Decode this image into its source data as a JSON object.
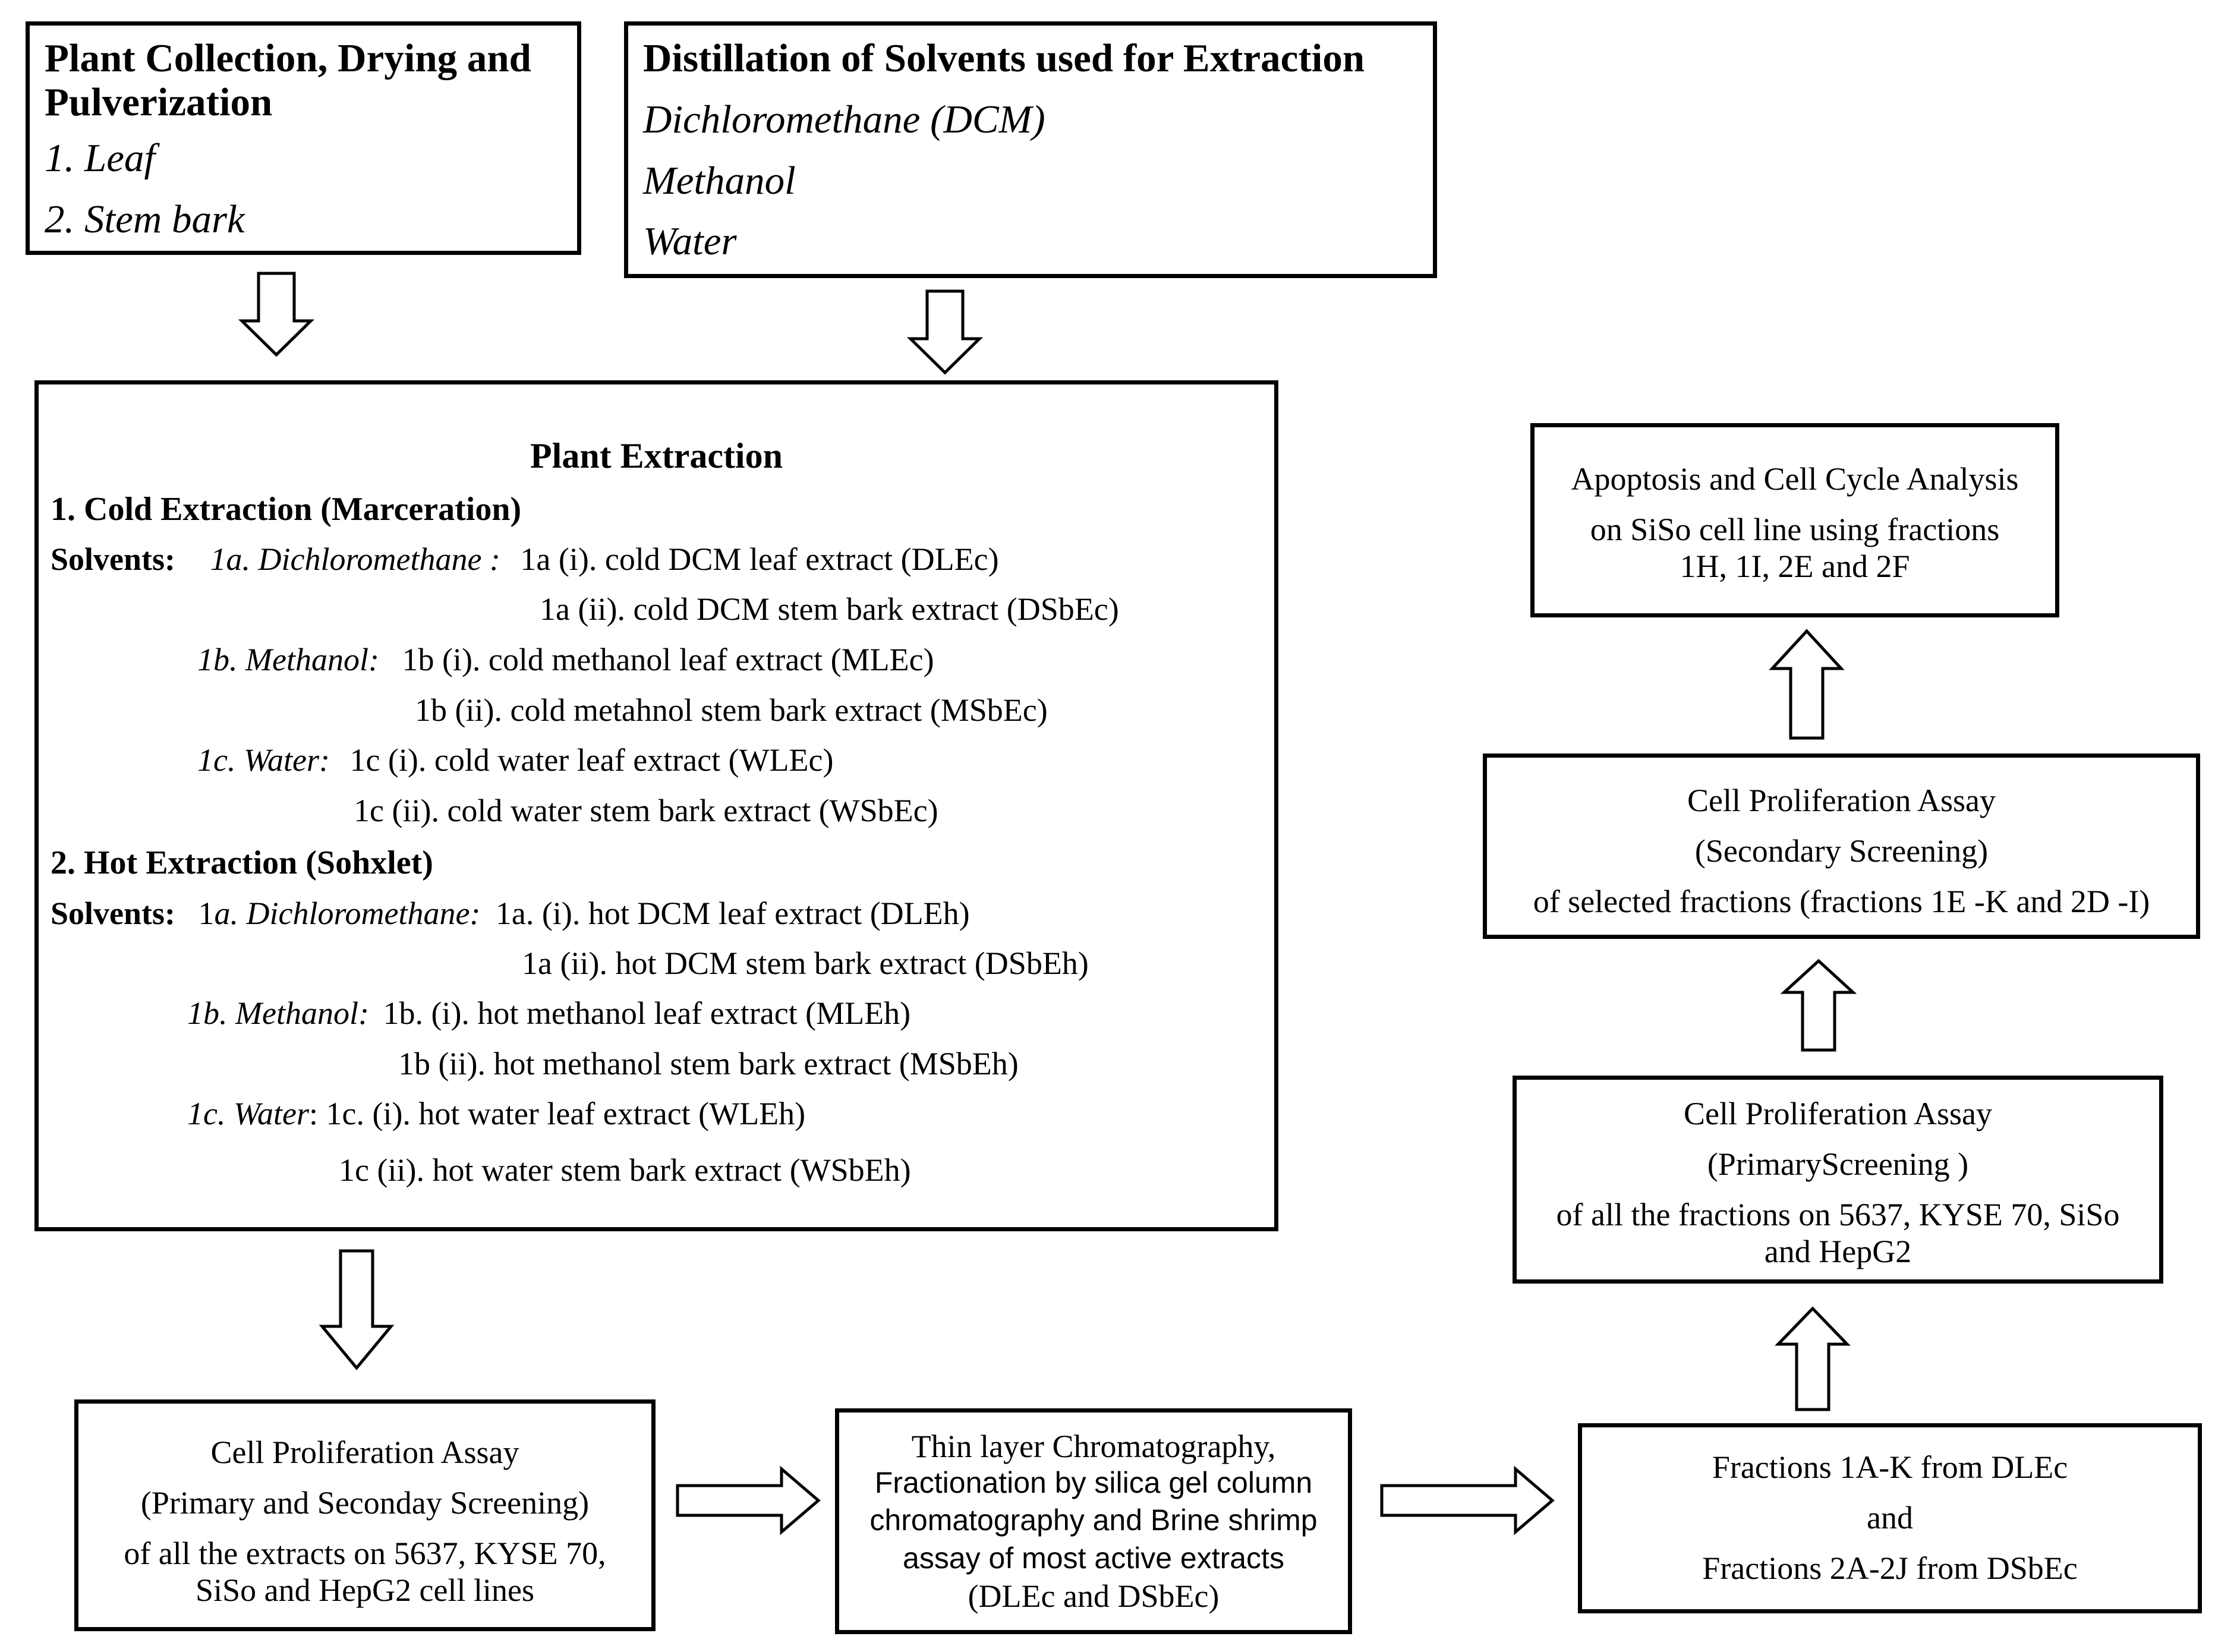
{
  "box1": {
    "title_line1": "Plant Collection, Drying and",
    "title_line2": "Pulverization",
    "item1": "1. Leaf",
    "item2": "2. Stem bark"
  },
  "box2": {
    "title": "Distillation of Solvents used for Extraction",
    "item1": "Dichloromethane (DCM)",
    "item2": "Methanol",
    "item3": "Water"
  },
  "extraction": {
    "title": "Plant Extraction",
    "cold": {
      "heading": "1. Cold Extraction",
      "heading_paren": "(Marceration)",
      "solvents_label": "Solvents:",
      "a_label": "1a. Dichloromethane :",
      "a_i": "1a (i). cold DCM leaf extract (DLEc)",
      "a_ii": "1a (ii). cold DCM stem bark extract (DSbEc)",
      "b_label": "1b. Methanol:",
      "b_i": "1b (i). cold methanol leaf extract (MLEc)",
      "b_ii": "1b (ii). cold metahnol stem bark extract (MSbEc)",
      "c_label": "1c. Water:",
      "c_i": "1c (i). cold water leaf extract (WLEc)",
      "c_ii": "1c (ii). cold water stem bark extract (WSbEc)"
    },
    "hot": {
      "heading": "2. Hot Extraction (Sohxlet)",
      "solvents_label": "Solvents:",
      "a_prefix": "1",
      "a_label": "a. Dichloromethane:",
      "a_i": "1a. (i). hot DCM leaf extract (DLEh)",
      "a_ii": "1a (ii). hot DCM stem bark extract (DSbEh)",
      "b_label": "1b. Methanol:",
      "b_i": "1b. (i). hot methanol leaf extract (MLEh)",
      "b_ii": "1b (ii). hot methanol stem bark extract (MSbEh)",
      "c_label": "1c. Water",
      "c_colon": ":",
      "c_i": "1c. (i). hot water leaf extract (WLEh)",
      "c_ii": "1c (ii). hot water stem bark extract (WSbEh)"
    }
  },
  "assay_extracts": {
    "line1": "Cell Proliferation Assay",
    "line2": "(Primary and Seconday Screening)",
    "line3": "of all the extracts on 5637, KYSE 70,",
    "line4": "SiSo and HepG2 cell lines"
  },
  "tlc": {
    "line1": "Thin layer Chromatography,",
    "line2": "Fractionation by silica gel column",
    "line3": "chromatography and Brine shrimp",
    "line4": "assay of most active extracts",
    "line5": "(DLEc and DSbEc)"
  },
  "fractions": {
    "line1": "Fractions 1A-K from DLEc",
    "line2": "and",
    "line3": "Fractions 2A-2J from DSbEc"
  },
  "primary_fractions": {
    "line1": "Cell Proliferation Assay",
    "line2": "(PrimaryScreening )",
    "line3": "of all the fractions on 5637, KYSE 70, SiSo",
    "line4": "and HepG2"
  },
  "secondary_fractions": {
    "line1": "Cell Proliferation Assay",
    "line2": "(Secondary Screening)",
    "line3": "of selected fractions  (fractions 1E -K and 2D -I)"
  },
  "apoptosis": {
    "line1": "Apoptosis and Cell Cycle Analysis",
    "line2": "on SiSo cell line using fractions",
    "line3": "1H, 1I, 2E and 2F"
  }
}
